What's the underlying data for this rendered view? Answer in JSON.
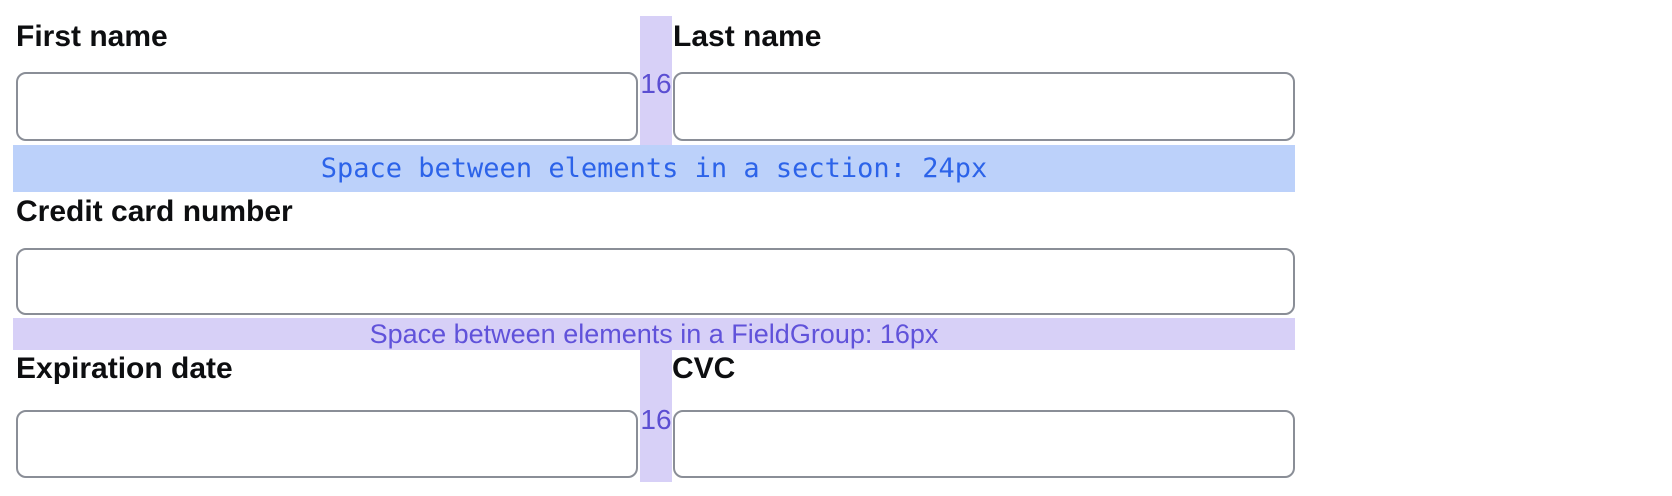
{
  "fields": [
    {
      "id": "first_name",
      "label": "First name",
      "value": "",
      "placeholder": ""
    },
    {
      "id": "last_name",
      "label": "Last name",
      "value": "",
      "placeholder": ""
    },
    {
      "id": "credit_card",
      "label": "Credit card number",
      "value": "",
      "placeholder": ""
    },
    {
      "id": "expiration",
      "label": "Expiration date",
      "value": "",
      "placeholder": ""
    },
    {
      "id": "cvc",
      "label": "CVC",
      "value": "",
      "placeholder": ""
    }
  ],
  "annotations": {
    "section_gap_label": "Space between elements in a section: 24px",
    "fieldgroup_gap_label": "Space between elements in a FieldGroup: 16px",
    "column_gap_top_label": "16",
    "column_gap_bottom_label": "16"
  },
  "colors": {
    "section_gap_bg": "#bcd1fa",
    "section_gap_text": "#2c63e9",
    "fieldgroup_gap_bg": "#d7d0f7",
    "fieldgroup_gap_text": "#6052da",
    "column_gap_bg": "#d7d0f7",
    "column_gap_text": "#5b4ed2",
    "input_border": "#8a8e97",
    "label_text": "#0d0e10",
    "background": "#ffffff"
  }
}
